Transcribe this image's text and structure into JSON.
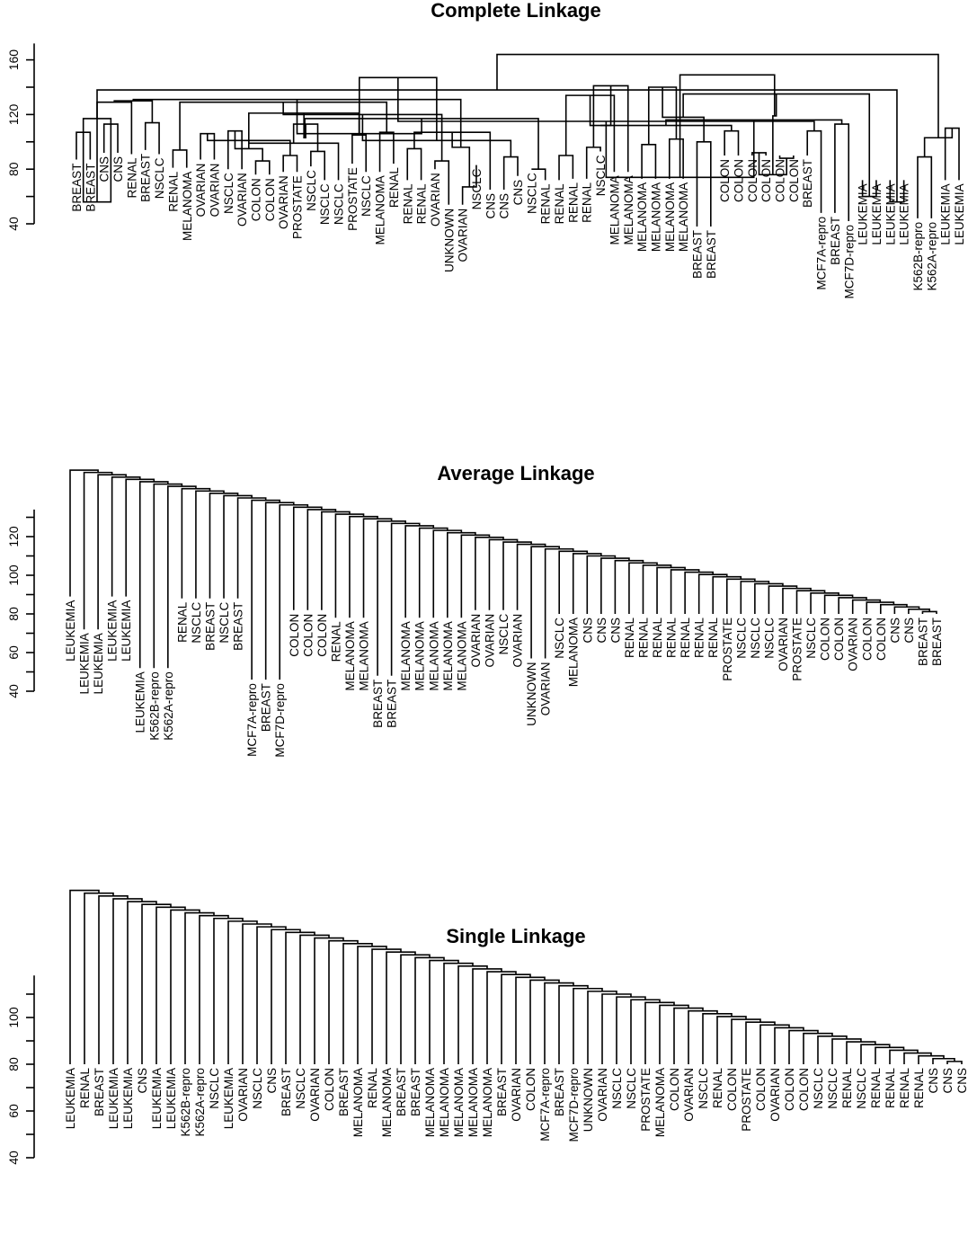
{
  "chart_data": [
    {
      "type": "dendrogram",
      "title": "Complete Linkage",
      "y_ticks": [
        40,
        80,
        120,
        160
      ],
      "ylim": [
        40,
        172
      ],
      "leaves": [
        "BREAST",
        "BREAST",
        "CNS",
        "CNS",
        "RENAL",
        "BREAST",
        "NSCLC",
        "RENAL",
        "MELANOMA",
        "OVARIAN",
        "OVARIAN",
        "NSCLC",
        "OVARIAN",
        "COLON",
        "COLON",
        "OVARIAN",
        "PROSTATE",
        "NSCLC",
        "NSCLC",
        "NSCLC",
        "PROSTATE",
        "NSCLC",
        "MELANOMA",
        "RENAL",
        "RENAL",
        "RENAL",
        "OVARIAN",
        "UNKNOWN",
        "OVARIAN",
        "NSCLC",
        "CNS",
        "CNS",
        "CNS",
        "NSCLC",
        "RENAL",
        "RENAL",
        "RENAL",
        "RENAL",
        "NSCLC",
        "MELANOMA",
        "MELANOMA",
        "MELANOMA",
        "MELANOMA",
        "MELANOMA",
        "MELANOMA",
        "BREAST",
        "BREAST",
        "COLON",
        "COLON",
        "COLON",
        "COLON",
        "COLON",
        "COLON",
        "BREAST",
        "MCF7A-repro",
        "BREAST",
        "MCF7D-repro",
        "LEUKEMIA",
        "LEUKEMIA",
        "LEUKEMIA",
        "LEUKEMIA",
        "K562B-repro",
        "K562A-repro",
        "LEUKEMIA",
        "LEUKEMIA"
      ],
      "leaf_heights": [
        87,
        87,
        92,
        92,
        91,
        94,
        91,
        81,
        81,
        87,
        87,
        80,
        80,
        76,
        76,
        78,
        78,
        82,
        72,
        72,
        84,
        78,
        78,
        84,
        72,
        72,
        80,
        54,
        54,
        83,
        65,
        65,
        75,
        80,
        72,
        72,
        73,
        73,
        93,
        78,
        78,
        73,
        73,
        73,
        73,
        38,
        38,
        90,
        90,
        90,
        90,
        90,
        90,
        90,
        48,
        48,
        42,
        72,
        72,
        72,
        72,
        44,
        44,
        72,
        72
      ],
      "nodes": [
        [
          0,
          1,
          107
        ],
        [
          2,
          3,
          113
        ],
        [
          65,
          66,
          117
        ],
        [
          4,
          67,
          129
        ],
        [
          5,
          6,
          114
        ],
        [
          68,
          69,
          130
        ],
        [
          7,
          8,
          94
        ],
        [
          9,
          10,
          106
        ],
        [
          11,
          12,
          108
        ],
        [
          13,
          14,
          86
        ],
        [
          15,
          16,
          90
        ],
        [
          73,
          74,
          95
        ],
        [
          72,
          75,
          101
        ],
        [
          17,
          18,
          93
        ],
        [
          77,
          19,
          99
        ],
        [
          20,
          21,
          105
        ],
        [
          22,
          23,
          107
        ],
        [
          78,
          79,
          113
        ],
        [
          76,
          80,
          121
        ],
        [
          71,
          81,
          129
        ],
        [
          24,
          25,
          95
        ],
        [
          26,
          27,
          86
        ],
        [
          82,
          83,
          103
        ],
        [
          28,
          29,
          67
        ],
        [
          85,
          30,
          107
        ],
        [
          84,
          86,
          120
        ],
        [
          31,
          32,
          89
        ],
        [
          33,
          34,
          80
        ],
        [
          88,
          89,
          96
        ],
        [
          35,
          36,
          90
        ],
        [
          37,
          38,
          96
        ],
        [
          90,
          91,
          101
        ],
        [
          87,
          92,
          117
        ],
        [
          70,
          93,
          131
        ],
        [
          94,
          39,
          134
        ],
        [
          95,
          40,
          141
        ],
        [
          41,
          42,
          98
        ],
        [
          43,
          44,
          102
        ],
        [
          97,
          98,
          106
        ],
        [
          45,
          46,
          100
        ],
        [
          99,
          100,
          112
        ],
        [
          47,
          48,
          108
        ],
        [
          101,
          102,
          140
        ],
        [
          96,
          103,
          147
        ],
        [
          49,
          50,
          92
        ],
        [
          51,
          52,
          88
        ],
        [
          53,
          54,
          108
        ],
        [
          105,
          106,
          112
        ],
        [
          55,
          56,
          113
        ],
        [
          104,
          107,
          118
        ],
        [
          57,
          58,
          60
        ],
        [
          59,
          60,
          56
        ],
        [
          109,
          110,
          76
        ],
        [
          108,
          111,
          115
        ],
        [
          112,
          113,
          116
        ],
        [
          114,
          115,
          135
        ],
        [
          61,
          62,
          89
        ],
        [
          63,
          64,
          110
        ],
        [
          65,
          66,
          56
        ],
        [
          118,
          119,
          74
        ],
        [
          117,
          120,
          119
        ],
        [
          121,
          122,
          103
        ],
        [
          116,
          123,
          138
        ],
        [
          124,
          125,
          149
        ],
        [
          126,
          127,
          164
        ]
      ]
    },
    {
      "type": "dendrogram",
      "title": "Average Linkage",
      "y_ticks": [
        40,
        60,
        80,
        100,
        120
      ],
      "ylim": [
        40,
        134
      ],
      "leaves": [
        "LEUKEMIA",
        "LEUKEMIA",
        "LEUKEMIA",
        "LEUKEMIA",
        "LEUKEMIA",
        "LEUKEMIA",
        "K562B-repro",
        "K562A-repro",
        "RENAL",
        "NSCLC",
        "BREAST",
        "NSCLC",
        "BREAST",
        "MCF7A-repro",
        "BREAST",
        "MCF7D-repro",
        "COLON",
        "COLON",
        "COLON",
        "RENAL",
        "MELANOMA",
        "MELANOMA",
        "BREAST",
        "BREAST",
        "MELANOMA",
        "MELANOMA",
        "MELANOMA",
        "MELANOMA",
        "MELANOMA",
        "OVARIAN",
        "OVARIAN",
        "NSCLC",
        "OVARIAN",
        "UNKNOWN",
        "OVARIAN",
        "NSCLC",
        "MELANOMA",
        "CNS",
        "CNS",
        "CNS",
        "RENAL",
        "RENAL",
        "RENAL",
        "RENAL",
        "RENAL",
        "RENAL",
        "RENAL",
        "PROSTATE",
        "NSCLC",
        "NSCLC",
        "NSCLC",
        "OVARIAN",
        "PROSTATE",
        "NSCLC",
        "COLON",
        "COLON",
        "OVARIAN",
        "COLON",
        "COLON",
        "CNS",
        "CNS",
        "BREAST",
        "BREAST"
      ],
      "leaf_heights": [
        89,
        72,
        72,
        89,
        89,
        52,
        52,
        52,
        88,
        88,
        88,
        88,
        88,
        46,
        46,
        46,
        82,
        82,
        82,
        78,
        78,
        78,
        48,
        48,
        78,
        78,
        78,
        78,
        78,
        82,
        82,
        82,
        82,
        57,
        57,
        80,
        80,
        80,
        80,
        80,
        80,
        80,
        80,
        80,
        80,
        80,
        80,
        80,
        80,
        80,
        80,
        80,
        80,
        80,
        80,
        80,
        80,
        80,
        80,
        80,
        80,
        80,
        80
      ],
      "leaf_heights_note": "",
      "nodes": []
    },
    {
      "type": "dendrogram",
      "title": "Single Linkage",
      "y_ticks": [
        40,
        60,
        80,
        100
      ],
      "ylim": [
        40,
        118
      ],
      "leaves": [
        "LEUKEMIA",
        "RENAL",
        "BREAST",
        "LEUKEMIA",
        "LEUKEMIA",
        "CNS",
        "LEUKEMIA",
        "LEUKEMIA",
        "K562B-repro",
        "K562A-repro",
        "NSCLC",
        "LEUKEMIA",
        "OVARIAN",
        "NSCLC",
        "CNS",
        "BREAST",
        "NSCLC",
        "OVARIAN",
        "COLON",
        "BREAST",
        "MELANOMA",
        "RENAL",
        "MELANOMA",
        "BREAST",
        "BREAST",
        "MELANOMA",
        "MELANOMA",
        "MELANOMA",
        "MELANOMA",
        "MELANOMA",
        "BREAST",
        "OVARIAN",
        "COLON",
        "MCF7A-repro",
        "BREAST",
        "MCF7D-repro",
        "UNKNOWN",
        "OVARIAN",
        "NSCLC",
        "NSCLC",
        "PROSTATE",
        "MELANOMA",
        "COLON",
        "OVARIAN",
        "NSCLC",
        "RENAL",
        "COLON",
        "PROSTATE",
        "COLON",
        "OVARIAN",
        "COLON",
        "COLON",
        "NSCLC",
        "NSCLC",
        "RENAL",
        "NSCLC",
        "RENAL",
        "RENAL",
        "RENAL",
        "RENAL",
        "CNS",
        "CNS",
        "CNS"
      ],
      "nodes": []
    }
  ]
}
